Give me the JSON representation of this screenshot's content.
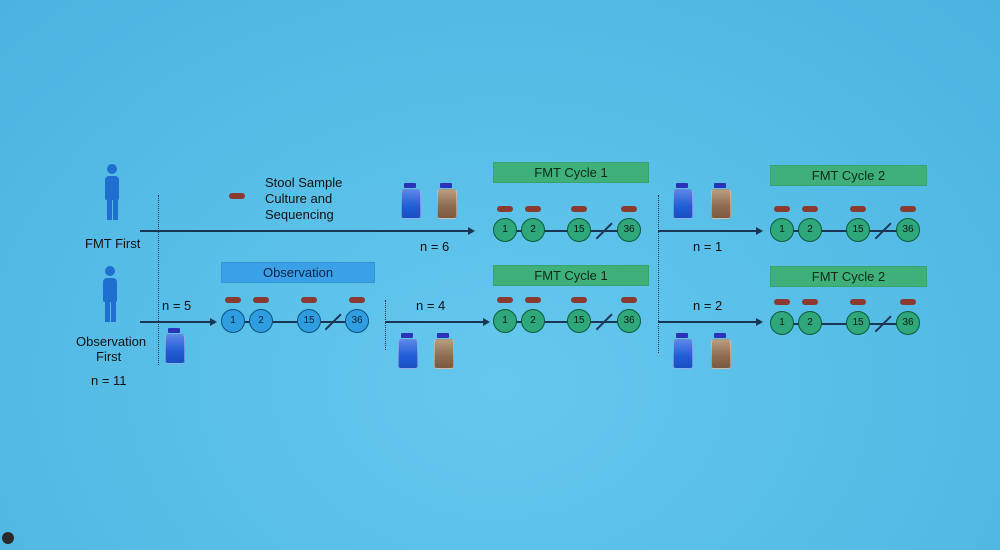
{
  "legend": {
    "stool_sample_line1": "Stool Sample",
    "stool_sample_line2": "Culture and",
    "stool_sample_line3": "Sequencing"
  },
  "groups": {
    "fmt_first": {
      "label": "FMT First"
    },
    "observation_first": {
      "label_line1": "Observation",
      "label_line2": "First",
      "n": "n = 11"
    }
  },
  "boxes": {
    "observation": "Observation",
    "fmt_cycle_1": "FMT Cycle 1",
    "fmt_cycle_2": "FMT Cycle 2"
  },
  "counts": {
    "top_n6": "n = 6",
    "top_n1": "n = 1",
    "bottom_n5": "n = 5",
    "bottom_n4": "n = 4",
    "bottom_n2": "n = 2"
  },
  "timepoints": [
    "1",
    "2",
    "15",
    "36"
  ],
  "colors": {
    "green_box": "#3fb07a",
    "blue_box": "#3aa0e8",
    "pill": "#8a3a2e",
    "lid": "#2b34b8"
  }
}
